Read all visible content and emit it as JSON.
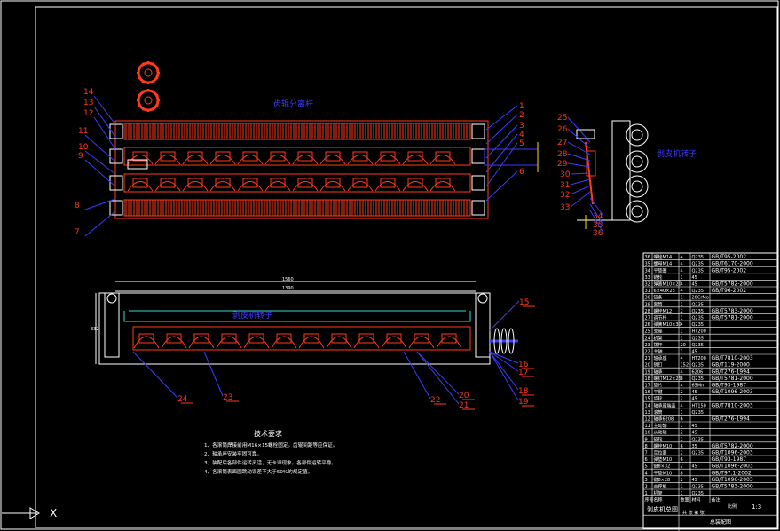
{
  "colors": {
    "background": "#000000",
    "frame": "#ffffff",
    "machine": "#ff3a1a",
    "leader": "#3c3cff",
    "note_text": "#ffffff",
    "dim": "#ffffff",
    "cyan": "#3ad7d7",
    "yellow": "#ffe000"
  },
  "top_view": {
    "rotor_label": "齿辊分离杆",
    "callouts_left": [
      "14",
      "13",
      "12",
      "11",
      "10",
      "9",
      "8",
      "7"
    ],
    "callouts_right": [
      "1",
      "2",
      "3",
      "4",
      "5",
      "6"
    ]
  },
  "side_view": {
    "callouts": [
      "25",
      "26",
      "27",
      "28",
      "29",
      "30",
      "31",
      "32",
      "33",
      "34",
      "35",
      "36"
    ],
    "label": "剥皮机转子"
  },
  "front_view": {
    "label": "剥皮机转子",
    "dim_overall": "1560",
    "dim_inner": "1390",
    "dim_height": "332",
    "callouts": [
      "15",
      "16",
      "17",
      "18",
      "19",
      "20",
      "21",
      "22",
      "23",
      "24"
    ]
  },
  "notes": {
    "title": "技术要求",
    "lines": [
      "1、各滚筒焊接前用M16×15螺栓固定。齿辊间距等应保证。",
      "2、轴承座安装牢固可靠。",
      "3、装配后各部件运转灵活，无卡滞现象。各部件运转平稳。",
      "4、各滚筒表面圆跳动误差不大于50%的规定值。"
    ]
  },
  "bom": {
    "rows": [
      [
        "36",
        "螺栓M14",
        "4",
        "Q235",
        "GB/T95-2002"
      ],
      [
        "35",
        "螺母M14",
        "4",
        "Q235",
        "GB/T6170-2000"
      ],
      [
        "34",
        "平垫圈",
        "4",
        "Q235",
        "GB/T95-2002"
      ],
      [
        "33",
        "链轮",
        "1",
        "45",
        ""
      ],
      [
        "32",
        "弹簧M10×20",
        "4",
        "45",
        "GB/T5782-2000"
      ],
      [
        "31",
        "6×40×25",
        "4",
        "Q235",
        "GB/T96-2002"
      ],
      [
        "30",
        "链条",
        "1",
        "20CrMo",
        ""
      ],
      [
        "29",
        "套筒",
        "1",
        "Q235",
        ""
      ],
      [
        "28",
        "螺栓M12",
        "2",
        "Q235",
        "GB/T5783-2000"
      ],
      [
        "27",
        "调节杆",
        "1",
        "Q235",
        "GB/T5781-2000"
      ],
      [
        "26",
        "弹簧M10×30",
        "4",
        "Q235",
        ""
      ],
      [
        "25",
        "支座",
        "1",
        "HT200",
        ""
      ],
      [
        "24",
        "机架",
        "1",
        "Q235",
        ""
      ],
      [
        "23",
        "拨杆",
        "20",
        "Q235",
        ""
      ],
      [
        "22",
        "主轴",
        "1",
        "45",
        ""
      ],
      [
        "21",
        "轴承座",
        "4",
        "HT200",
        "GB/T7810-2003"
      ],
      [
        "20",
        "销钉",
        "152",
        "Q235",
        "GB/T119-2000"
      ],
      [
        "19",
        "轴承",
        "4",
        "6206",
        "GB/T276-1994"
      ],
      [
        "18",
        "螺钉M12×25",
        "8",
        "Q235",
        "GB/T5781-2000"
      ],
      [
        "17",
        "垫片",
        "4",
        "65Mn",
        "GB/T93-1987"
      ],
      [
        "16",
        "平键",
        "2",
        "45",
        "GB/T1096-2003"
      ],
      [
        "15",
        "齿轮",
        "2",
        "45",
        ""
      ],
      [
        "14",
        "轴承座端盖",
        "4",
        "HT150",
        "GB/T7810-2003"
      ],
      [
        "13",
        "滚筒",
        "1",
        "Q235",
        ""
      ],
      [
        "12",
        "轴承6208",
        "6",
        "",
        "GB/T276-1994"
      ],
      [
        "11",
        "主动轴",
        "1",
        "45",
        ""
      ],
      [
        "10",
        "从动轴",
        "2",
        "45",
        ""
      ],
      [
        "9",
        "链轮",
        "2",
        "Q235",
        ""
      ],
      [
        "8",
        "螺栓M10",
        "6",
        "35",
        "GB/T5782-2000"
      ],
      [
        "7",
        "定位套",
        "2",
        "Q235",
        "GB/T1096-2003"
      ],
      [
        "6",
        "弹垫M10",
        "6",
        "",
        "GB/T93-1987"
      ],
      [
        "5",
        "键8×32",
        "2",
        "45",
        "GB/T1096-2003"
      ],
      [
        "4",
        "平垫M10",
        "8",
        "",
        "GB/T97.1-2002"
      ],
      [
        "3",
        "键8×28",
        "2",
        "45",
        "GB/T1096-2003"
      ],
      [
        "2",
        "支撑板",
        "1",
        "Q235",
        "GB/T5783-2000"
      ],
      [
        "1",
        "机架",
        "1",
        "Q235",
        ""
      ]
    ],
    "header": [
      "序号",
      "名称",
      "数量",
      "材料",
      "备注"
    ],
    "title_block": {
      "name": "剥皮机总图",
      "scale_label": "比例",
      "scale": "1:3",
      "sheet_label": "共 张 第 张",
      "drawing_no": "总装配图"
    }
  },
  "ucs": {
    "x_label": "X"
  }
}
